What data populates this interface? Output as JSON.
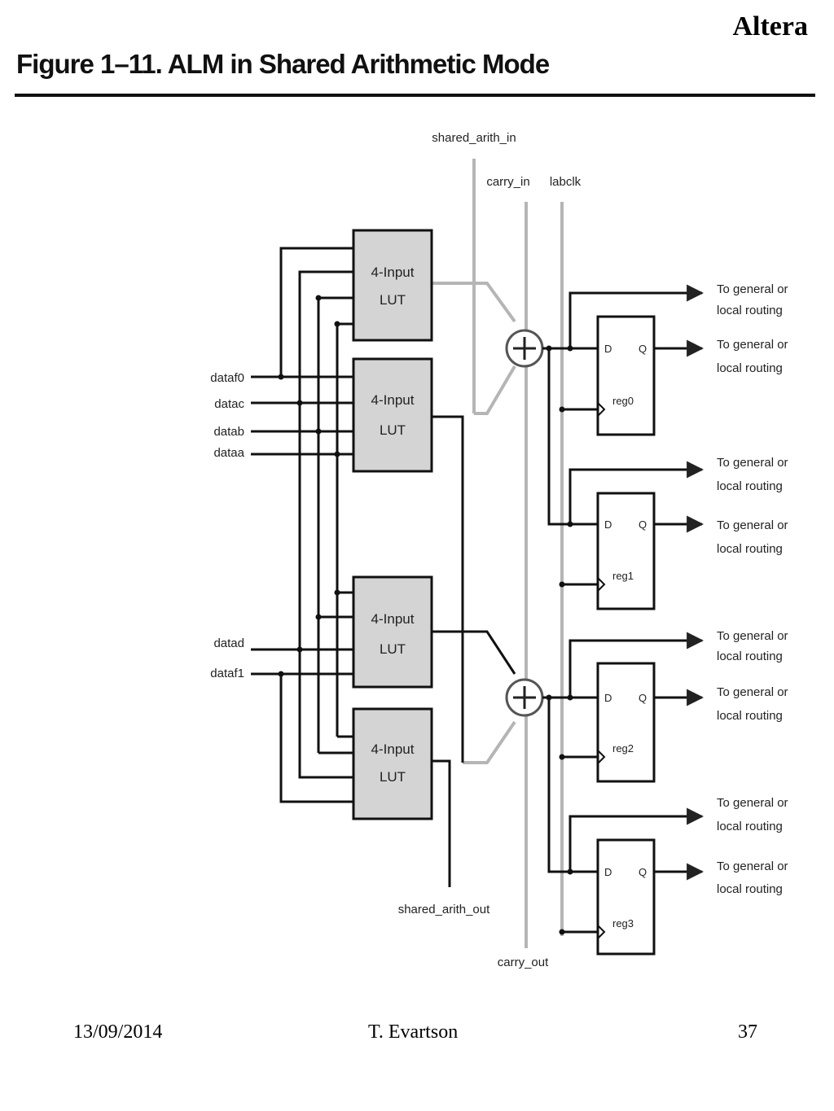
{
  "header": {
    "brand": "Altera",
    "figure_title": "Figure 1–11. ALM in Shared Arithmetic Mode"
  },
  "diagram": {
    "signals": {
      "shared_arith_in": "shared_arith_in",
      "carry_in": "carry_in",
      "labclk": "labclk",
      "shared_arith_out": "shared_arith_out",
      "carry_out": "carry_out"
    },
    "inputs": [
      "dataf0",
      "datac",
      "datab",
      "dataa",
      "datad",
      "dataf1"
    ],
    "lut": {
      "line1": "4-Input",
      "line2": "LUT"
    },
    "registers": [
      "reg0",
      "reg1",
      "reg2",
      "reg3"
    ],
    "reg_ports": {
      "d": "D",
      "q": "Q"
    },
    "output": {
      "line1": "To general or",
      "line2": "local routing"
    }
  },
  "footer": {
    "date": "13/09/2014",
    "author": "T. Evartson",
    "page": "37"
  }
}
